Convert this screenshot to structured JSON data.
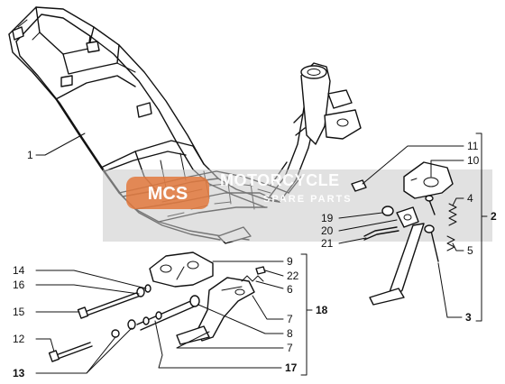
{
  "callouts": {
    "c1": "1",
    "c2": "2",
    "c3": "3",
    "c4": "4",
    "c5": "5",
    "c6": "6",
    "c7a": "7",
    "c7b": "7",
    "c8": "8",
    "c9": "9",
    "c10": "10",
    "c11": "11",
    "c12": "12",
    "c13": "13",
    "c14": "14",
    "c15": "15",
    "c16": "16",
    "c17": "17",
    "c18": "18",
    "c19": "19",
    "c20": "20",
    "c21": "21",
    "c22": "22"
  },
  "watermark": {
    "title": "MOTORCYCLE",
    "subtitle": "SPARE PARTS",
    "logo_color": "#e2783c"
  },
  "colors": {
    "line": "#111111",
    "background": "#ffffff"
  }
}
